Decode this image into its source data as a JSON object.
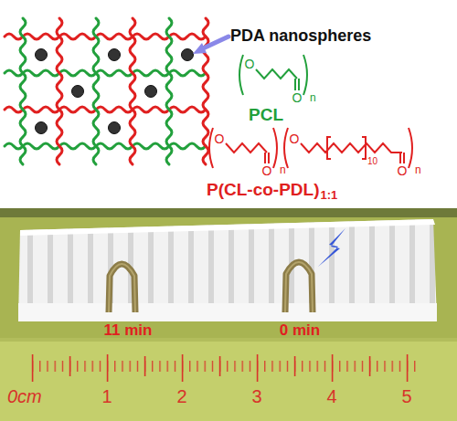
{
  "diagram": {
    "labels": [
      "PDA nanospheres",
      "O",
      "O",
      "n",
      "PCL",
      "O",
      "O",
      "n",
      "O",
      "10",
      "O",
      "n",
      "P(CL-co-PDL)",
      "1:1",
      "11 min",
      "0 min",
      "0cm",
      "1",
      "2",
      "3",
      "4",
      "5"
    ]
  }
}
